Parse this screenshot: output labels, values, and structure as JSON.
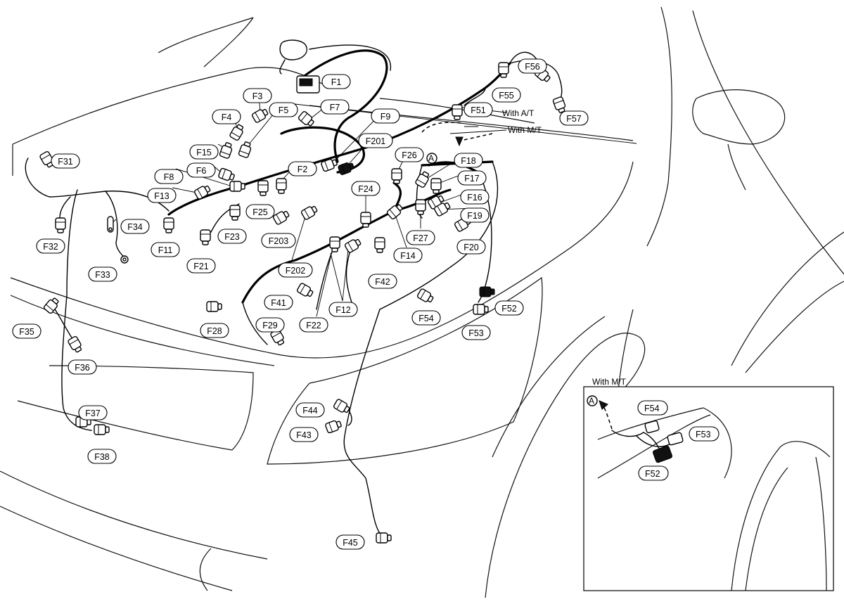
{
  "connectors": [
    {
      "id": "F1",
      "label": "F1"
    },
    {
      "id": "F2",
      "label": "F2"
    },
    {
      "id": "F3",
      "label": "F3"
    },
    {
      "id": "F4",
      "label": "F4"
    },
    {
      "id": "F5",
      "label": "F5"
    },
    {
      "id": "F6",
      "label": "F6"
    },
    {
      "id": "F7",
      "label": "F7"
    },
    {
      "id": "F8",
      "label": "F8"
    },
    {
      "id": "F9",
      "label": "F9"
    },
    {
      "id": "F11",
      "label": "F11"
    },
    {
      "id": "F12",
      "label": "F12"
    },
    {
      "id": "F13",
      "label": "F13"
    },
    {
      "id": "F14",
      "label": "F14"
    },
    {
      "id": "F15",
      "label": "F15"
    },
    {
      "id": "F16",
      "label": "F16"
    },
    {
      "id": "F17",
      "label": "F17"
    },
    {
      "id": "F18",
      "label": "F18"
    },
    {
      "id": "F19",
      "label": "F19"
    },
    {
      "id": "F20",
      "label": "F20"
    },
    {
      "id": "F21",
      "label": "F21"
    },
    {
      "id": "F22",
      "label": "F22"
    },
    {
      "id": "F23",
      "label": "F23"
    },
    {
      "id": "F24",
      "label": "F24"
    },
    {
      "id": "F25",
      "label": "F25"
    },
    {
      "id": "F26",
      "label": "F26"
    },
    {
      "id": "F27",
      "label": "F27"
    },
    {
      "id": "F28",
      "label": "F28"
    },
    {
      "id": "F29",
      "label": "F29"
    },
    {
      "id": "F31",
      "label": "F31"
    },
    {
      "id": "F32",
      "label": "F32"
    },
    {
      "id": "F33",
      "label": "F33"
    },
    {
      "id": "F34",
      "label": "F34"
    },
    {
      "id": "F35",
      "label": "F35"
    },
    {
      "id": "F36",
      "label": "F36"
    },
    {
      "id": "F37",
      "label": "F37"
    },
    {
      "id": "F38",
      "label": "F38"
    },
    {
      "id": "F41",
      "label": "F41"
    },
    {
      "id": "F42",
      "label": "F42"
    },
    {
      "id": "F43",
      "label": "F43"
    },
    {
      "id": "F44",
      "label": "F44"
    },
    {
      "id": "F45",
      "label": "F45"
    },
    {
      "id": "F51",
      "label": "F51"
    },
    {
      "id": "F52",
      "label": "F52"
    },
    {
      "id": "F53",
      "label": "F53"
    },
    {
      "id": "F54",
      "label": "F54"
    },
    {
      "id": "F55",
      "label": "F55"
    },
    {
      "id": "F56",
      "label": "F56"
    },
    {
      "id": "F57",
      "label": "F57"
    },
    {
      "id": "F201",
      "label": "F201"
    },
    {
      "id": "F202",
      "label": "F202"
    },
    {
      "id": "F203",
      "label": "F203"
    }
  ],
  "inset": {
    "title": "With M/T",
    "ref_marker": "A",
    "connectors": [
      {
        "id": "F54",
        "label": "F54"
      },
      {
        "id": "F53",
        "label": "F53"
      },
      {
        "id": "F52",
        "label": "F52"
      }
    ]
  },
  "notes": {
    "with_at": "With A/T",
    "with_mt": "With M/T",
    "ref_marker": "A"
  }
}
